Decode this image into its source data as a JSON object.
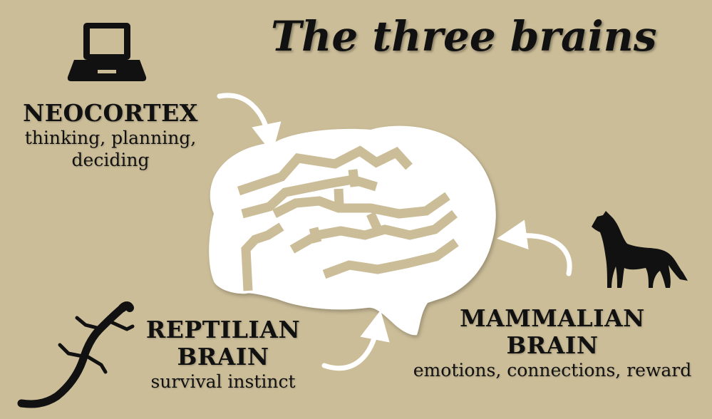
{
  "title": "The three brains",
  "neocortex": {
    "title": "NEOCORTEX",
    "description_line1": "thinking, planning,",
    "description_line2": "deciding",
    "icon": "laptop-icon"
  },
  "reptilian": {
    "title_line1": "REPTILIAN",
    "title_line2": "BRAIN",
    "description": "survival instinct",
    "icon": "lizard-icon"
  },
  "mammalian": {
    "title_line1": "MAMMALIAN",
    "title_line2": "BRAIN",
    "description": "emotions, connections, reward",
    "icon": "dog-icon"
  },
  "colors": {
    "background": "#cbbd98",
    "brain": "#ffffff",
    "text": "#111111",
    "arrow": "#ffffff"
  }
}
